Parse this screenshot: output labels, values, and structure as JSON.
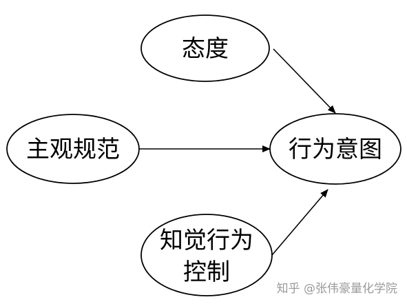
{
  "diagram": {
    "nodes": {
      "attitude": {
        "label": "态度"
      },
      "subjective_norm": {
        "label": "主观规范"
      },
      "perceived_control": {
        "line1": "知觉行为",
        "line2": "控制"
      },
      "intention": {
        "label": "行为意图"
      }
    },
    "edges": [
      {
        "from": "attitude",
        "to": "intention"
      },
      {
        "from": "subjective_norm",
        "to": "intention"
      },
      {
        "from": "perceived_control",
        "to": "intention"
      }
    ]
  },
  "watermark": "知乎 @张伟豪量化学院"
}
